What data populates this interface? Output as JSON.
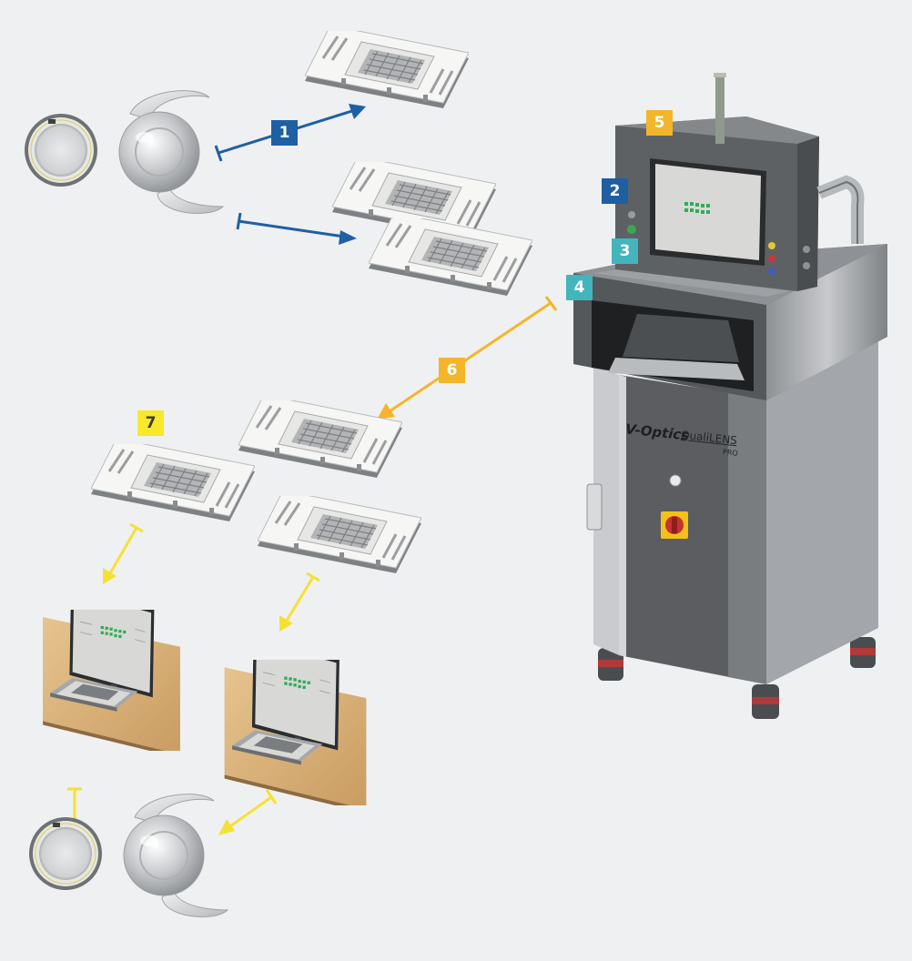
{
  "badges": [
    {
      "label": "1",
      "color": "#1f5fa3",
      "text_color": "#ffffff"
    },
    {
      "label": "2",
      "color": "#1f5fa3",
      "text_color": "#ffffff"
    },
    {
      "label": "3",
      "color": "#43b5bd",
      "text_color": "#ffffff"
    },
    {
      "label": "4",
      "color": "#43b5bd",
      "text_color": "#ffffff"
    },
    {
      "label": "5",
      "color": "#f4b52a",
      "text_color": "#ffffff"
    },
    {
      "label": "6",
      "color": "#f4b52a",
      "text_color": "#ffffff"
    },
    {
      "label": "7",
      "color": "#f9e72c",
      "text_color": "#3a3a3a"
    }
  ],
  "machine": {
    "brand": "V-Optics",
    "product": "QualiLENS",
    "product_suffix": "PRO"
  },
  "colors": {
    "background": "#eff0f1",
    "arrow_blue": "#1f5fa3",
    "arrow_orange": "#f4b52a",
    "arrow_yellow": "#f5e135",
    "cabinet": "#5b5d60"
  }
}
